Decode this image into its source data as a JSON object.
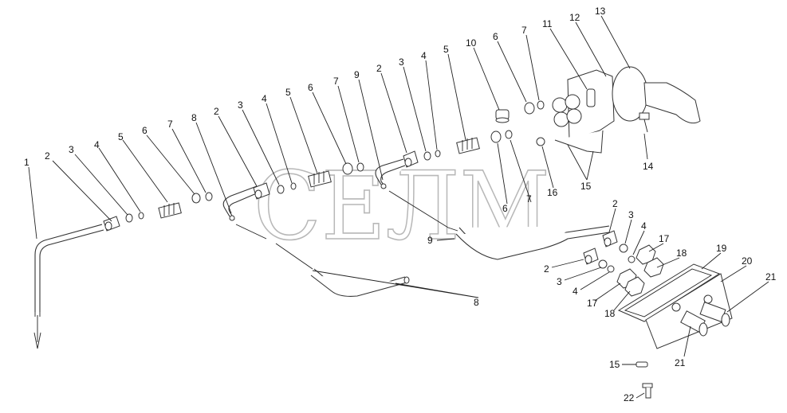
{
  "watermark": "СЕЛМ",
  "labels": {
    "l1": "1",
    "l2a": "2",
    "l3a": "3",
    "l4a": "4",
    "l5a": "5",
    "l6a": "6",
    "l7a": "7",
    "l8a": "8",
    "l2b": "2",
    "l3b": "3",
    "l4b": "4",
    "l5b": "5",
    "l6b": "6",
    "l7b": "7",
    "l9a": "9",
    "l2c": "2",
    "l3c": "3",
    "l4c": "4",
    "l5c": "5",
    "l10": "10",
    "l6c": "6",
    "l7c": "7",
    "l11": "11",
    "l12": "12",
    "l13": "13",
    "l14": "14",
    "l15a": "15",
    "l16": "16",
    "l6d": "6",
    "l7d": "7",
    "l9b": "9",
    "l8b": "8",
    "l2d": "2",
    "l3d": "3",
    "l4d": "4",
    "l17a": "17",
    "l18a": "18",
    "l19": "19",
    "l20": "20",
    "l21a": "21",
    "l2e": "2",
    "l3e": "3",
    "l4e": "4",
    "l17b": "17",
    "l18b": "18",
    "l21b": "21",
    "l15b": "15",
    "l22": "22"
  }
}
